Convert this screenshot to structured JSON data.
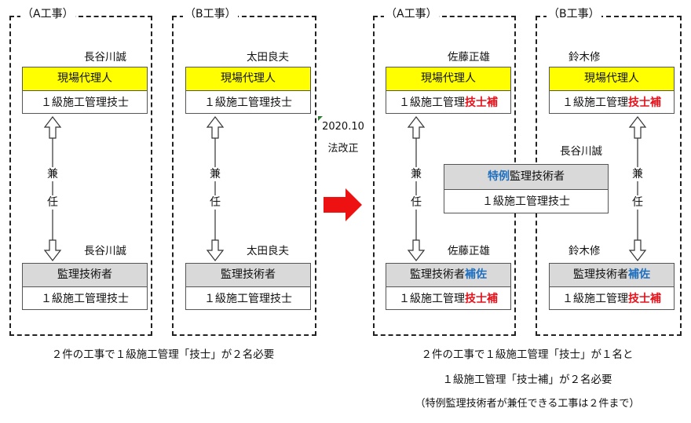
{
  "panels": {
    "left_a": {
      "title": "（A工事）",
      "top_person": "長谷川誠",
      "top_role": "現場代理人",
      "top_qual": "１級施工管理技士",
      "concurrent_1": "兼",
      "concurrent_2": "任",
      "bottom_person": "長谷川誠",
      "bottom_role": "監理技術者",
      "bottom_qual": "１級施工管理技士"
    },
    "left_b": {
      "title": "（B工事）",
      "top_person": "太田良夫",
      "top_role": "現場代理人",
      "top_qual": "１級施工管理技士",
      "concurrent_1": "兼",
      "concurrent_2": "任",
      "bottom_person": "太田良夫",
      "bottom_role": "監理技術者",
      "bottom_qual": "１級施工管理技士"
    },
    "right_a": {
      "title": "（A工事）",
      "top_person": "佐藤正雄",
      "top_role": "現場代理人",
      "top_qual_prefix": "１級施工管理",
      "top_qual_highlight": "技士補",
      "concurrent_1": "兼",
      "concurrent_2": "任",
      "bottom_person": "佐藤正雄",
      "bottom_role_prefix": "監理技術者",
      "bottom_role_highlight": "補佐",
      "bottom_qual_prefix": "１級施工管理",
      "bottom_qual_highlight": "技士補"
    },
    "right_b": {
      "title": "（B工事）",
      "top_person": "鈴木修",
      "top_role": "現場代理人",
      "top_qual_prefix": "１級施工管理",
      "top_qual_highlight": "技士補",
      "concurrent_1": "兼",
      "concurrent_2": "任",
      "bottom_person": "鈴木修",
      "bottom_role_prefix": "監理技術者",
      "bottom_role_highlight": "補佐",
      "bottom_qual_prefix": "１級施工管理",
      "bottom_qual_highlight": "技士補"
    }
  },
  "special": {
    "person": "長谷川誠",
    "role_highlight": "特例",
    "role_suffix": "監理技術者",
    "qual": "１級施工管理技士"
  },
  "transition": {
    "date": "2020.10",
    "label": "法改正"
  },
  "captions": {
    "left": "２件の工事で１級施工管理「技士」が２名必要",
    "right_line1": "２件の工事で１級施工管理「技士」が１名と",
    "right_line2": "１級施工管理「技士補」が２名必要",
    "right_line3": "（特例監理技術者が兼任できる工事は２件まで）"
  },
  "colors": {
    "highlight_yellow": "#ffff00",
    "box_gray": "#d9d9d9",
    "accent_red": "#e5121b",
    "accent_blue": "#1f6fbf",
    "arrow_red": "#ee1111"
  }
}
